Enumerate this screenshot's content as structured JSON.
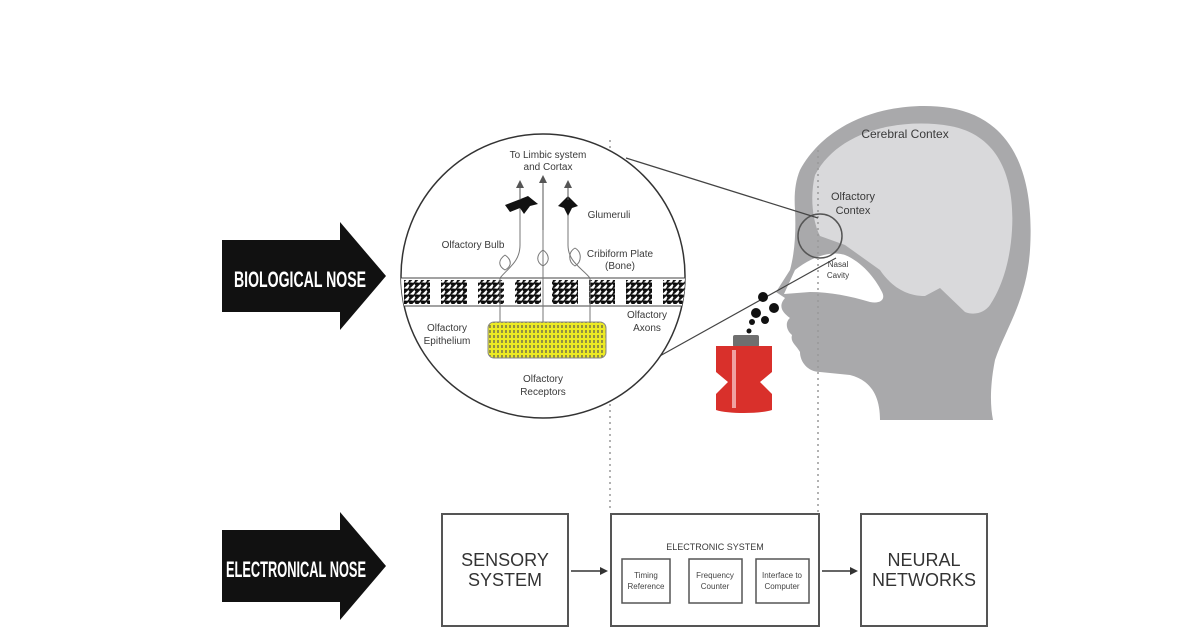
{
  "arrows": {
    "biological": "BIOLOGICAL NOSE",
    "electronic": "ELECTRONICAL NOSE"
  },
  "zoom_circle": {
    "top_label_line1": "To Limbic system",
    "top_label_line2": "and Cortax",
    "glumeruli": "Glumeruli",
    "olfactory_bulb": "Olfactory Bulb",
    "cribiform_line1": "Cribiform Plate",
    "cribiform_line2": "(Bone)",
    "epithelium_line1": "Olfactory",
    "epithelium_line2": "Epithelium",
    "axons_line1": "Olfactory",
    "axons_line2": "Axons",
    "receptors_line1": "Olfactory",
    "receptors_line2": "Receptors"
  },
  "head": {
    "cerebral": "Cerebral Contex",
    "olfactory_line1": "Olfactory",
    "olfactory_line2": "Contex",
    "nasal_line1": "Nasal",
    "nasal_line2": "Cavity"
  },
  "electronic_nose": {
    "sensory_line1": "SENSORY",
    "sensory_line2": "SYSTEM",
    "electronic_title": "ELECTRONIC SYSTEM",
    "sub_boxes": [
      {
        "line1": "Timing",
        "line2": "Reference"
      },
      {
        "line1": "Frequency",
        "line2": "Counter"
      },
      {
        "line1": "Interface to",
        "line2": "Computer"
      }
    ],
    "neural_line1": "NEURAL",
    "neural_line2": "NETWORKS"
  },
  "colors": {
    "head_dark": "#a9a9ab",
    "head_light": "#d9d9db",
    "bottle_red": "#d9302b",
    "epithelium_yellow": "#e8e61c"
  }
}
